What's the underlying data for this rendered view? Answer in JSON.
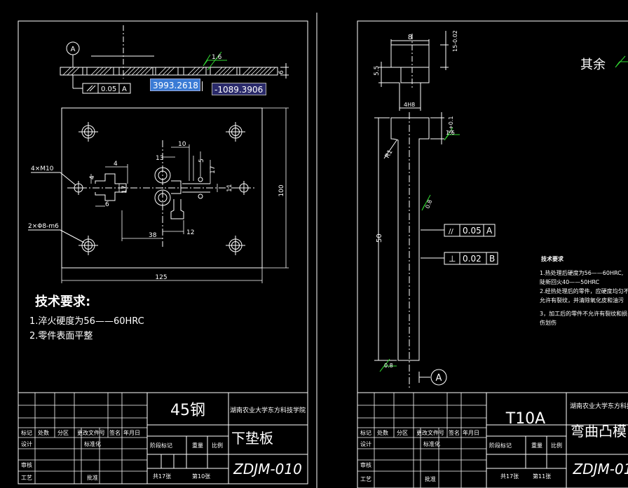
{
  "left_sheet": {
    "datum_label": "A",
    "top_view_roughness": "1.6",
    "top_view_thickness": "6",
    "tolerance_symbol": "//",
    "tolerance_value": "0.05",
    "tolerance_datum": "A",
    "dims": {
      "width_125": "125",
      "height_100": "100",
      "d_38": "38",
      "d_12": "12",
      "d_10": "10",
      "d_5": "5",
      "d_17a": "17",
      "d_17b": "17",
      "d_11": "11",
      "d_4a": "4",
      "d_4b": "4",
      "d_6": "6",
      "d_13": "13"
    },
    "callout_m10": "4×M10",
    "callout_pin": "2×Φ8-m6",
    "tech_title": "技术要求:",
    "tech_items": [
      "1.淬火硬度为56——60HRC",
      "2.零件表面平整"
    ],
    "title_block": {
      "material": "45钢",
      "school": "湖南农业大学东方科技学院",
      "part_name": "下垫板",
      "drawing_no": "ZDJM-010",
      "headers_row": [
        "标记",
        "处数",
        "分区",
        "更改文件号",
        "签名",
        "年月日"
      ],
      "rows_left": [
        "设计",
        "审核",
        "工艺"
      ],
      "col_std": "标准化",
      "col_approve": "批准",
      "stage_label": "阶段标记",
      "weight_label": "重量",
      "scale_label": "比例",
      "total_sheets": "共17张",
      "sheet_no": "第10张",
      "row_labels_extra": [
        "标记",
        "设计",
        "审核"
      ]
    }
  },
  "right_sheet": {
    "other_roughness_label": "其余",
    "dim_8": "8",
    "dim_15": "15-0.02",
    "dim_55": "5.5",
    "dim_4h": "4H8",
    "dim_r1": "R1",
    "dim_5_01": "5+0.1",
    "dim_50": "50",
    "roughness_16": "1.6",
    "roughness_08": "0.8",
    "roughness_08b": "0.8",
    "tol1_symbol": "//",
    "tol1_value": "0.05",
    "tol1_datum": "A",
    "tol2_symbol": "⊥",
    "tol2_value": "0.02",
    "tol2_datum": "B",
    "datum_label": "A",
    "tech_title": "技术要求",
    "tech_items": [
      "1.热处理后硬度为56——60HRC,",
      "陡新回火40——50HRC",
      "2.经热处理后的零件，应硬度均匀不",
      "允许有裂纹，并清除氧化皮和油污",
      "3，加工后的零件不允许有裂纹和损",
      "伤划伤"
    ],
    "title_block": {
      "material": "T10A",
      "school": "湖南农业大学东方科技",
      "part_name": "弯曲凸模",
      "drawing_no": "ZDJM-01",
      "headers_row": [
        "标记",
        "处数",
        "分区",
        "更改文件号",
        "签名",
        "年月日"
      ],
      "rows_left": [
        "设计",
        "审核",
        "工艺"
      ],
      "col_std": "标准化",
      "col_approve": "批准",
      "stage_label": "阶段标记",
      "weight_label": "重量",
      "scale_label": "比例",
      "total_sheets": "共17张",
      "sheet_no": "第11张"
    }
  },
  "coord_input": {
    "x": "3993.2618",
    "y": "-1089.3906"
  },
  "colors": {
    "background": "#000000",
    "line": "#ffffff",
    "roughness": "#33dd33",
    "input_blue": "#3a7bd5"
  }
}
